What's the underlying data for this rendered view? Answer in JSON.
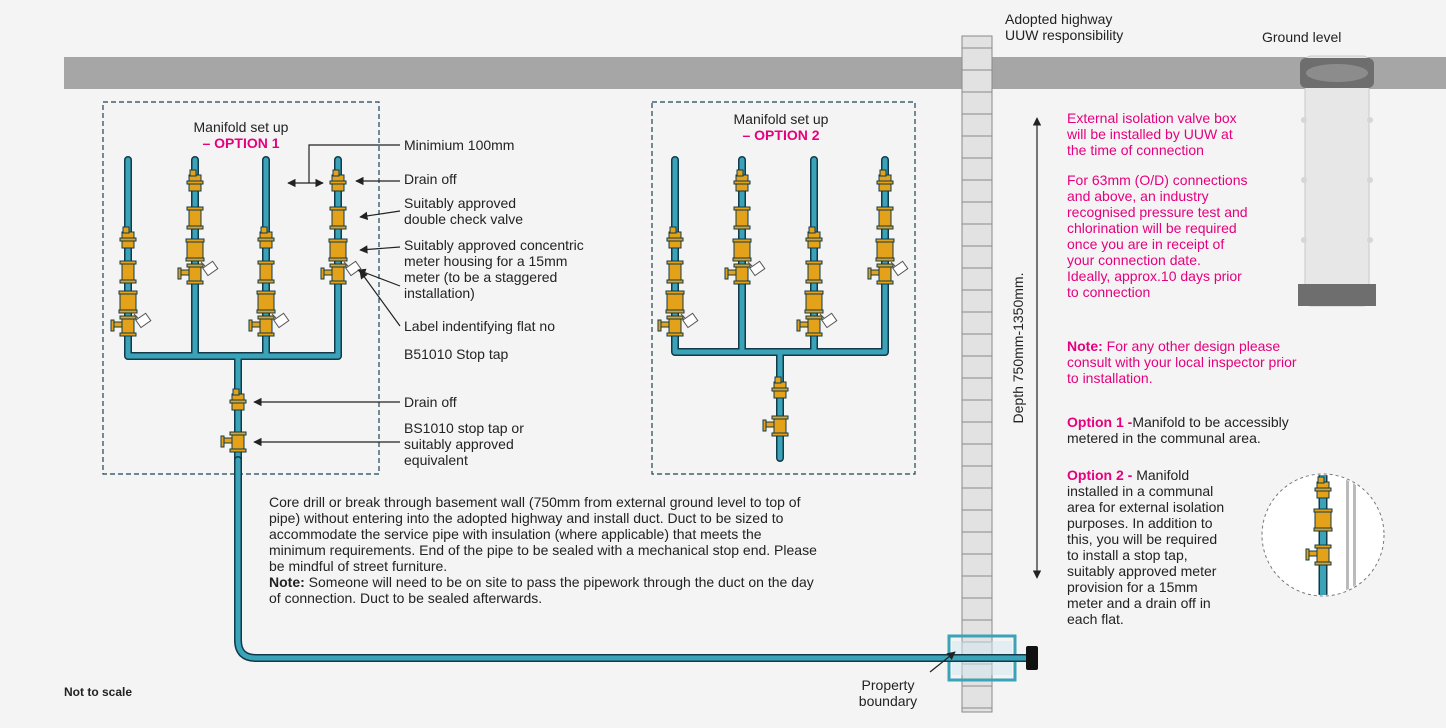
{
  "header": {
    "adopted_highway_line1": "Adopted highway",
    "adopted_highway_line2": "UUW responsibility",
    "ground_level": "Ground level"
  },
  "option1": {
    "title": "Manifold set up",
    "subtitle": "– OPTION 1"
  },
  "option2": {
    "title": "Manifold set up",
    "subtitle": "– OPTION 2"
  },
  "callouts": {
    "minimum": "Minimium 100mm",
    "drain_off_top": "Drain off",
    "double_check_1": "Suitably approved",
    "double_check_2": "double check valve",
    "meter_1": "Suitably approved concentric",
    "meter_2": "meter housing for a 15mm",
    "meter_3": "meter (to be a staggered",
    "meter_4": "installation)",
    "label_flat": "Label indentifying flat no",
    "stop_tap": "B51010 Stop tap",
    "drain_off_lower": "Drain off",
    "bs_stop_1": "BS1010 stop tap or",
    "bs_stop_2": "suitably approved",
    "bs_stop_3": "equivalent"
  },
  "core_drill": {
    "line1": "Core drill or break through basement wall (750mm from external ground level to top of",
    "line2": "pipe) without entering into the adopted highway and install duct. Duct to be sized to",
    "line3": "accommodate the service pipe with insulation (where applicable) that meets the",
    "line4": "minimum requirements. End of the pipe to be sealed with a mechanical stop end. Please",
    "line5": "be mindful of street furniture.",
    "note_label": "Note:",
    "note_line1": "Someone will need to be on site to pass the pipework through the duct on the day",
    "note_line2": "of connection. Duct to be sealed afterwards."
  },
  "depth_label": "Depth 750mm-1350mm.",
  "right_panel": {
    "valve_box_1": "External isolation valve box",
    "valve_box_2": "will be installed by UUW at",
    "valve_box_3": "the time of connection",
    "pressure_1": "For 63mm (O/D) connections",
    "pressure_2": "and above, an industry",
    "pressure_3": "recognised pressure test and",
    "pressure_4": "chlorination will be required",
    "pressure_5": "once you are in receipt of",
    "pressure_6": "your connection date.",
    "pressure_7": "Ideally, approx.10 days prior",
    "pressure_8": "to connection",
    "note_label": "Note:",
    "note_1": "For any other design please",
    "note_2": "consult with your local inspector prior",
    "note_3": "to installation.",
    "opt1_label": "Option 1 -",
    "opt1_1": "Manifold to be accessibly",
    "opt1_2": "metered in the communal area.",
    "opt2_label": "Option 2 -",
    "opt2_1": "Manifold",
    "opt2_2": "installed in a communal",
    "opt2_3": "area for external isolation",
    "opt2_4": "purposes. In addition to",
    "opt2_5": "this, you will be required",
    "opt2_6": "to install a stop tap,",
    "opt2_7": "suitably approved meter",
    "opt2_8": "provision for a 15mm",
    "opt2_9": "meter and a drain off in",
    "opt2_10": "each flat."
  },
  "property_boundary_1": "Property",
  "property_boundary_2": "boundary",
  "not_to_scale": "Not to scale",
  "colors": {
    "pipe": "#3aa3b8",
    "pipe_outline": "#123a4a",
    "fitting": "#e3a21a",
    "accent": "#e6007e",
    "ground": "#a6a6a6",
    "dashed_box": "#1d4557",
    "brick": "#e2e2e2"
  }
}
